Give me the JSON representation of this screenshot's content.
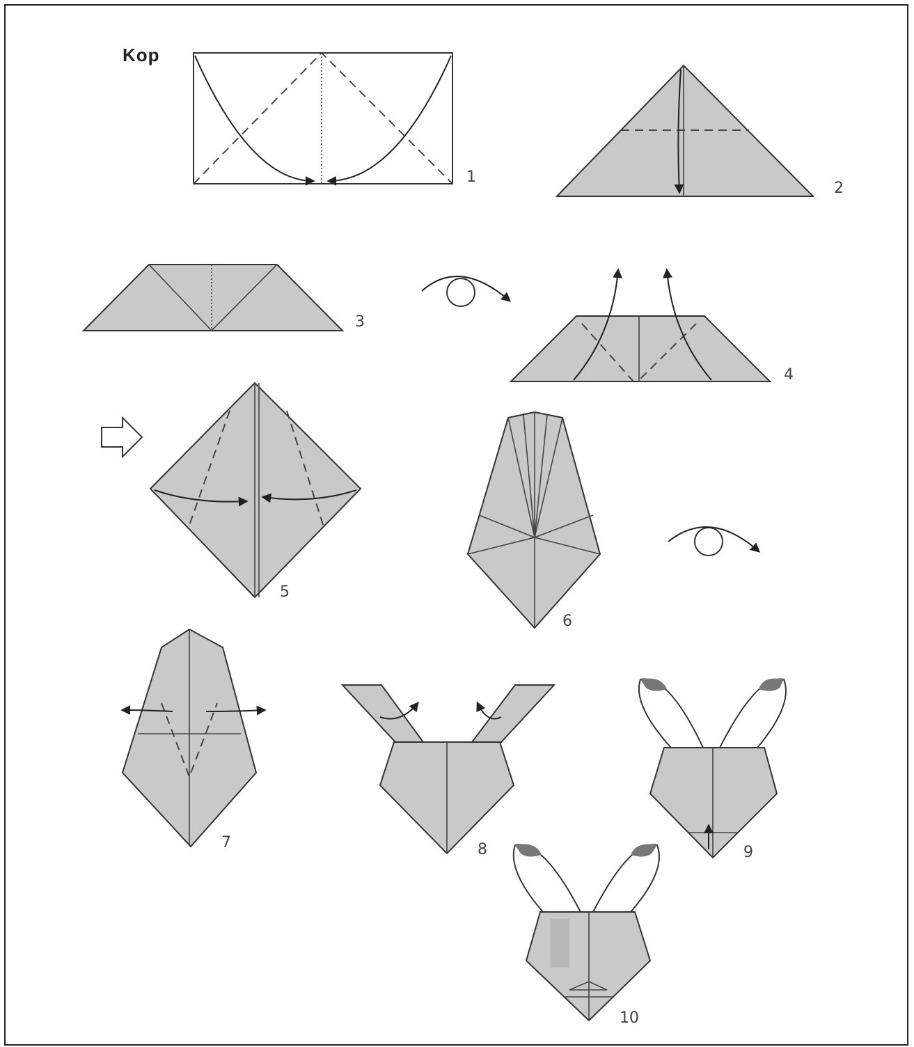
{
  "page": {
    "title": "Kop"
  },
  "steps": [
    {
      "label": "1"
    },
    {
      "label": "2"
    },
    {
      "label": "3"
    },
    {
      "label": "4"
    },
    {
      "label": "5"
    },
    {
      "label": "6"
    },
    {
      "label": "7"
    },
    {
      "label": "8"
    },
    {
      "label": "9"
    },
    {
      "label": "10"
    }
  ]
}
